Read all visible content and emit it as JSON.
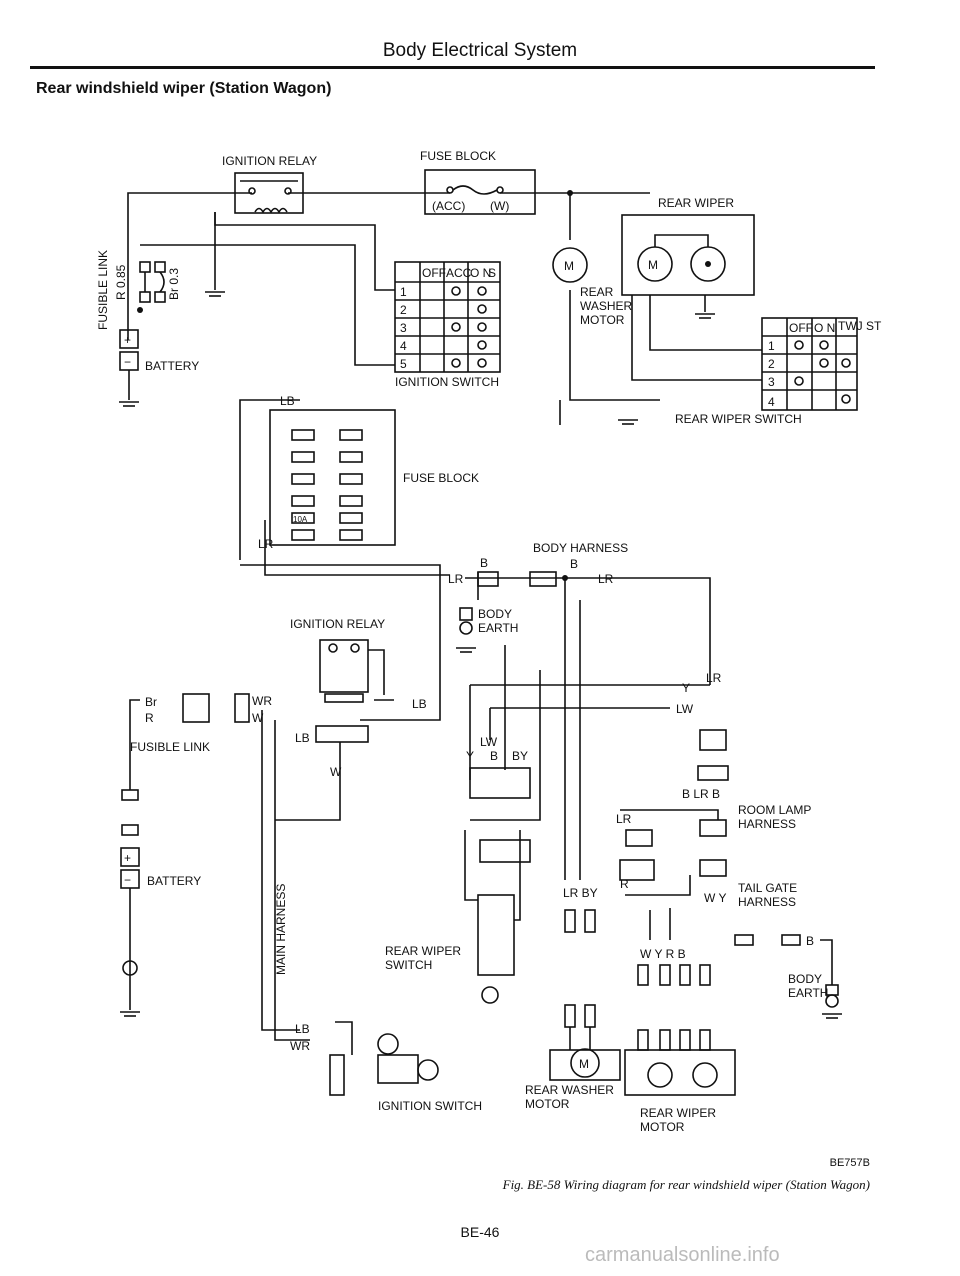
{
  "header": "Body Electrical System",
  "subtitle": "Rear windshield wiper (Station Wagon)",
  "labels": {
    "ign_relay_top": "IGNITION RELAY",
    "fuse_block_top": "FUSE BLOCK",
    "acc": "(ACC)",
    "w": "(W)",
    "rear_wiper_top": "REAR WIPER",
    "fusible_link_v": "FUSIBLE LINK",
    "r085": "R 0.85",
    "br03": "Br 0.3",
    "battery_top": "BATTERY",
    "ign_switch_top": "IGNITION SWITCH",
    "rear_washer_motor_top1": "REAR",
    "rear_washer_motor_top2": "WASHER",
    "rear_washer_motor_top3": "MOTOR",
    "rear_wiper_switch_top": "REAR WIPER SWITCH",
    "fuse_block_mid": "FUSE BLOCK",
    "body_harness": "BODY HARNESS",
    "body_earth1": "BODY",
    "body_earth2": "EARTH",
    "ign_relay_mid": "IGNITION RELAY",
    "fusible_link_low": "FUSIBLE LINK",
    "battery_low": "BATTERY",
    "main_harness": "MAIN HARNESS",
    "room_lamp1": "ROOM LAMP",
    "room_lamp2": "HARNESS",
    "tail_gate1": "TAIL GATE",
    "tail_gate2": "HARNESS",
    "rear_wiper_switch_low1": "REAR WIPER",
    "rear_wiper_switch_low2": "SWITCH",
    "ign_switch_low": "IGNITION SWITCH",
    "rear_washer_motor_low1": "REAR WASHER",
    "rear_washer_motor_low2": "MOTOR",
    "rear_wiper_motor_low1": "REAR WIPER",
    "rear_wiper_motor_low2": "MOTOR",
    "body_earth_low1": "BODY",
    "body_earth_low2": "EARTH",
    "m1": "M",
    "m2": "M",
    "m3": "M",
    "fuse10a": "10A"
  },
  "ign_switch_table": {
    "head": [
      "OFF",
      "ACC",
      "O N",
      "S"
    ],
    "rows": [
      "1",
      "2",
      "3",
      "4",
      "5"
    ]
  },
  "wiper_switch_table": {
    "head": [
      "OFF",
      "O N",
      "TWJ ST"
    ],
    "rows": [
      "1",
      "2",
      "3",
      "4"
    ]
  },
  "wires": {
    "LB": "LB",
    "LR": "LR",
    "B": "B",
    "Y": "Y",
    "LW": "LW",
    "BY": "BY",
    "W": "W",
    "WR": "WR",
    "Br": "Br",
    "R": "R",
    "WY": "W Y",
    "LRB": "B LR B",
    "LRBY": "LR BY",
    "WYRB": "W Y R B"
  },
  "figure": {
    "code": "BE757B",
    "caption": "Fig. BE-58 Wiring diagram for rear windshield wiper (Station Wagon)",
    "page": "BE-46"
  },
  "watermark": "carmanualsonline.info"
}
